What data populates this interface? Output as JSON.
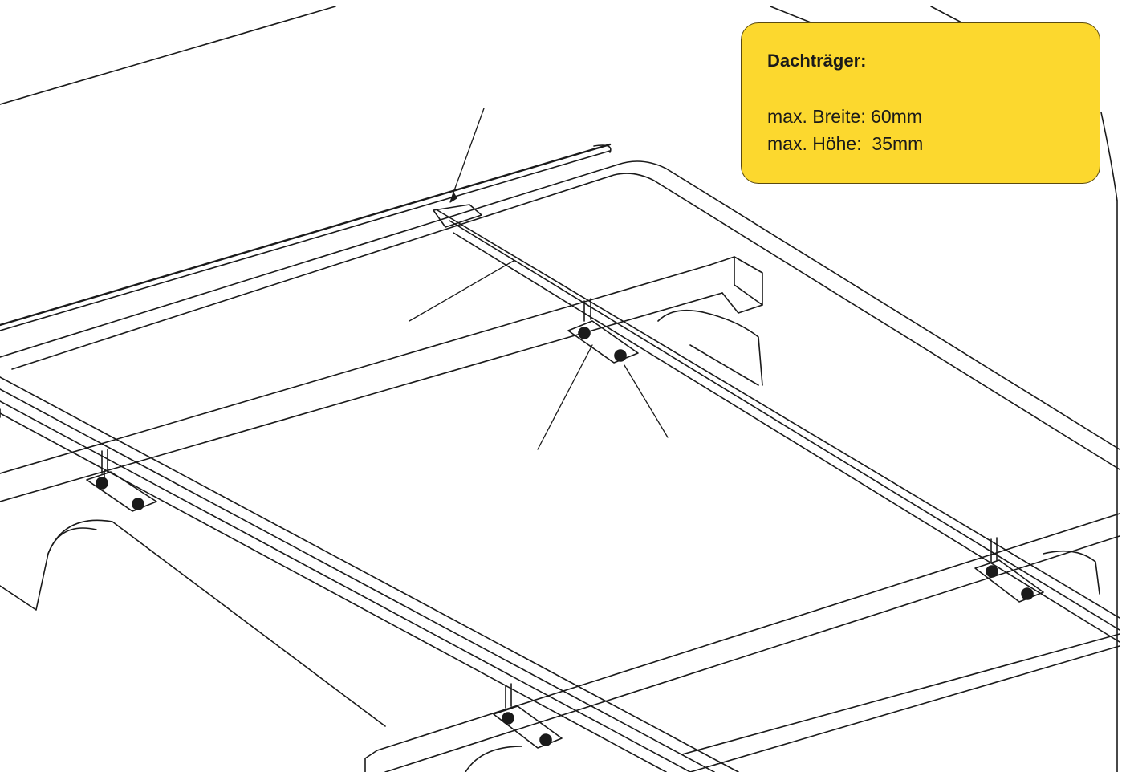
{
  "info_box": {
    "title": "Dachträger:",
    "lines": [
      "max. Breite: 60mm",
      "max. Höhe:  35mm"
    ],
    "fill_color": "#fcd82e",
    "border_color": "#5a4a10"
  },
  "drawing": {
    "line_color": "#1a1a1a",
    "background": "#ffffff"
  }
}
